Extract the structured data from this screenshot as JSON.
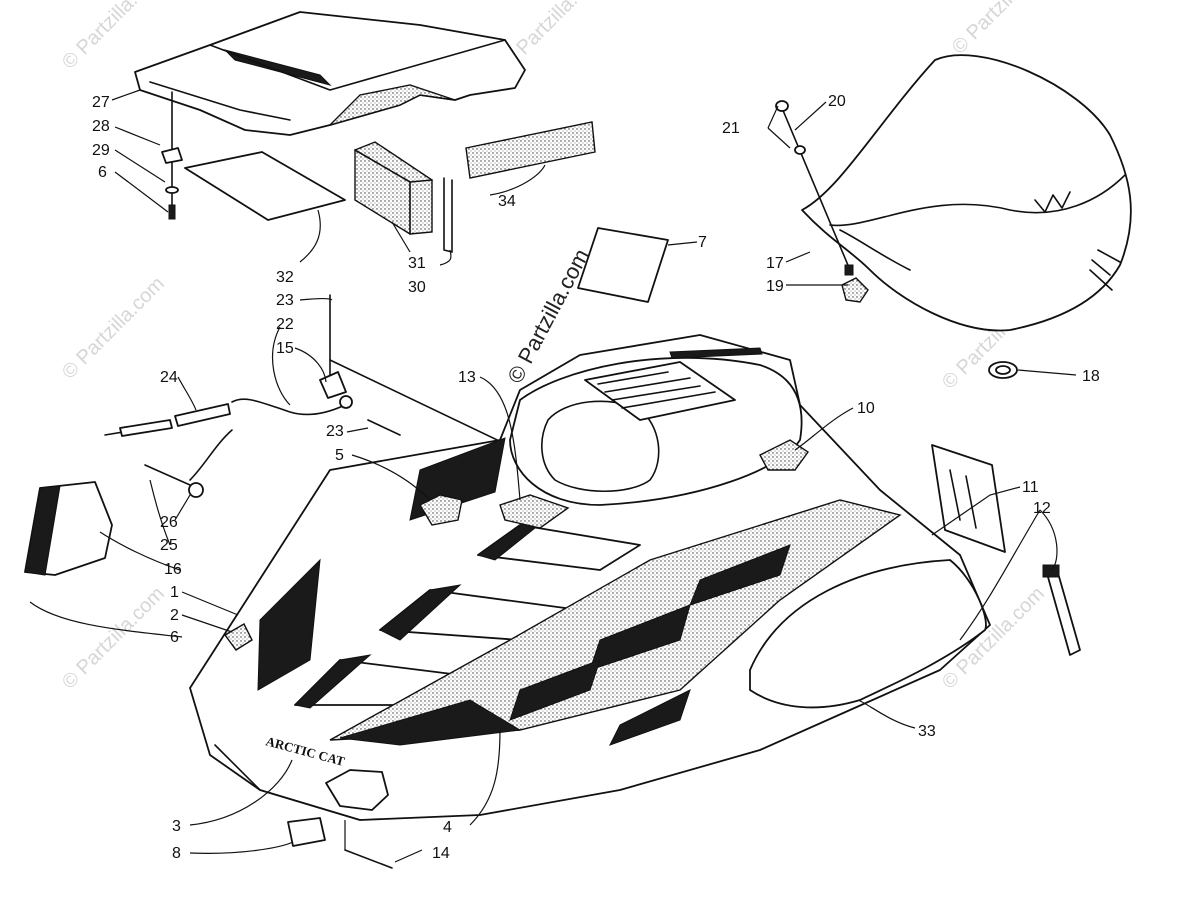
{
  "watermark": {
    "main": "© Partzilla.com",
    "repeat": "© Partzilla.com"
  },
  "hood_brand_text": "ARCTIC CAT",
  "callouts": [
    "27",
    "28",
    "29",
    "6",
    "32",
    "31",
    "30",
    "34",
    "7",
    "20",
    "21",
    "17",
    "19",
    "18",
    "23",
    "22",
    "15",
    "24",
    "13",
    "10",
    "23",
    "5",
    "26",
    "25",
    "16",
    "1",
    "2",
    "6",
    "11",
    "12",
    "33",
    "3",
    "8",
    "4",
    "14"
  ]
}
